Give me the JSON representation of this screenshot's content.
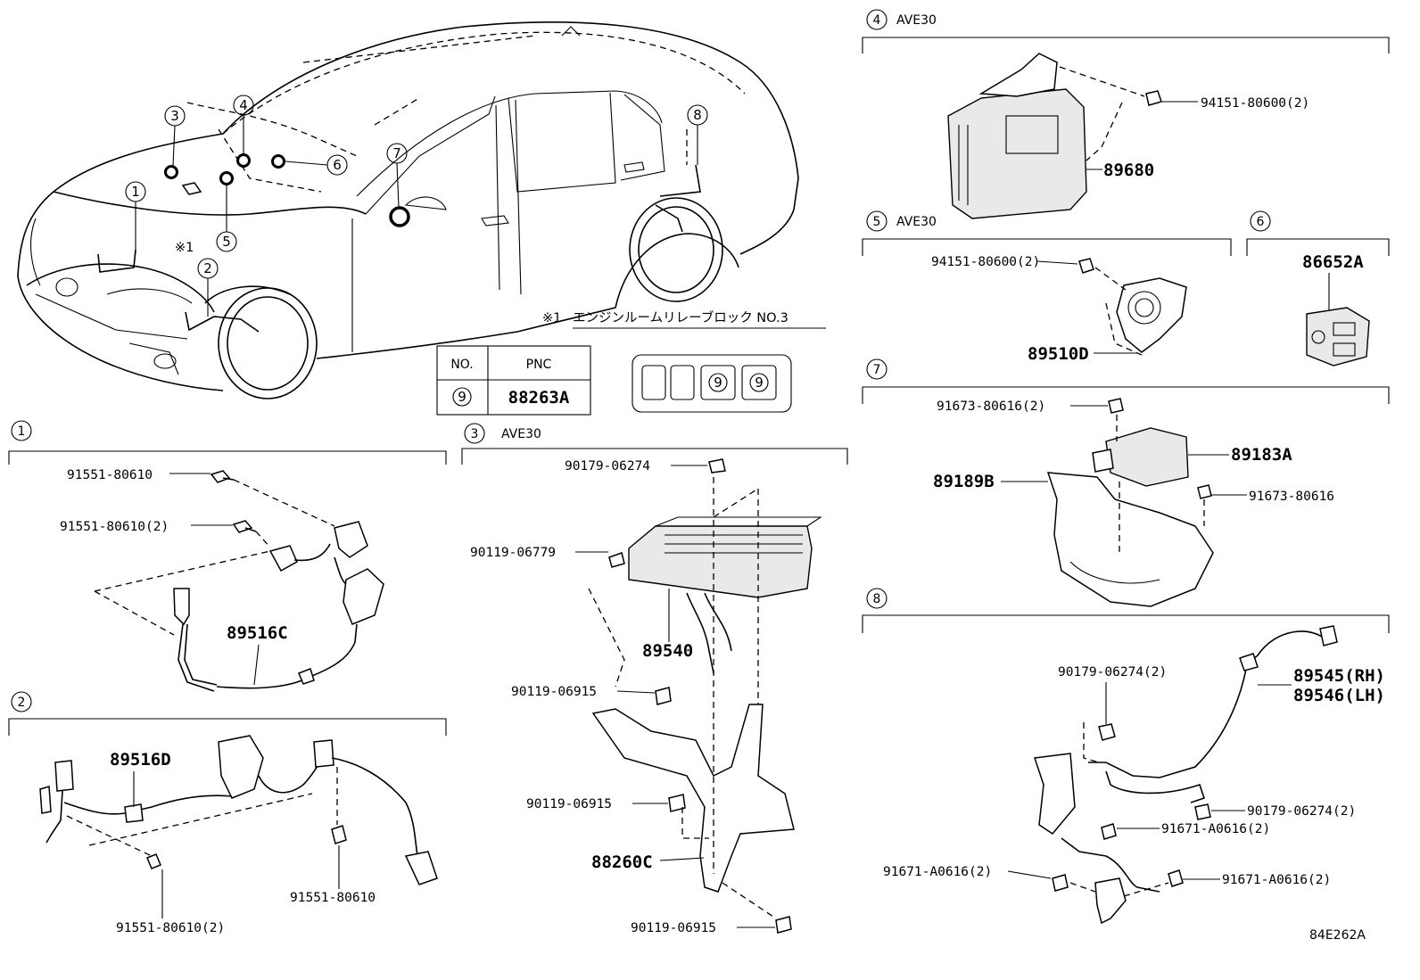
{
  "diagram": {
    "code": "84E262A",
    "note": {
      "mark": "※1",
      "text": "エンジンルームリレーブロック NO.3"
    },
    "overview_callouts": [
      "1",
      "2",
      "3",
      "4",
      "5",
      "6",
      "7",
      "8",
      "9"
    ],
    "overview_note_mark": "※1",
    "pnc_table": {
      "headers": [
        "NO.",
        "PNC"
      ],
      "rows": [
        {
          "no": "9",
          "pnc": "88263A"
        }
      ]
    },
    "relay_box_slots": [
      "",
      "",
      "9",
      "9"
    ],
    "sections": [
      {
        "num": "1",
        "variant": "",
        "parts": [
          {
            "pn": "91551-80610"
          },
          {
            "pn": "91551-80610(2)"
          },
          {
            "pnc": "89516C"
          }
        ]
      },
      {
        "num": "2",
        "variant": "",
        "parts": [
          {
            "pnc": "89516D"
          },
          {
            "pn": "91551-80610"
          },
          {
            "pn": "91551-80610(2)"
          }
        ]
      },
      {
        "num": "3",
        "variant": "AVE30",
        "parts": [
          {
            "pn": "90179-06274"
          },
          {
            "pn": "90119-06779"
          },
          {
            "pnc": "89540"
          },
          {
            "pn": "90119-06915"
          },
          {
            "pn": "90119-06915"
          },
          {
            "pnc": "88260C"
          },
          {
            "pn": "90119-06915"
          }
        ]
      },
      {
        "num": "4",
        "variant": "AVE30",
        "parts": [
          {
            "pn": "94151-80600(2)"
          },
          {
            "pnc": "89680"
          }
        ]
      },
      {
        "num": "5",
        "variant": "AVE30",
        "parts": [
          {
            "pn": "94151-80600(2)"
          },
          {
            "pnc": "89510D"
          }
        ]
      },
      {
        "num": "6",
        "variant": "",
        "parts": [
          {
            "pnc": "86652A"
          }
        ]
      },
      {
        "num": "7",
        "variant": "",
        "parts": [
          {
            "pn": "91673-80616(2)"
          },
          {
            "pnc": "89183A"
          },
          {
            "pnc": "89189B"
          },
          {
            "pn": "91673-80616"
          }
        ]
      },
      {
        "num": "8",
        "variant": "",
        "parts": [
          {
            "pn": "90179-06274(2)"
          },
          {
            "pnc": "89545(RH)"
          },
          {
            "pnc": "89546(LH)"
          },
          {
            "pn": "90179-06274(2)"
          },
          {
            "pn": "91671-A0616(2)"
          },
          {
            "pn": "91671-A0616(2)"
          },
          {
            "pn": "91671-A0616(2)"
          }
        ]
      }
    ]
  }
}
